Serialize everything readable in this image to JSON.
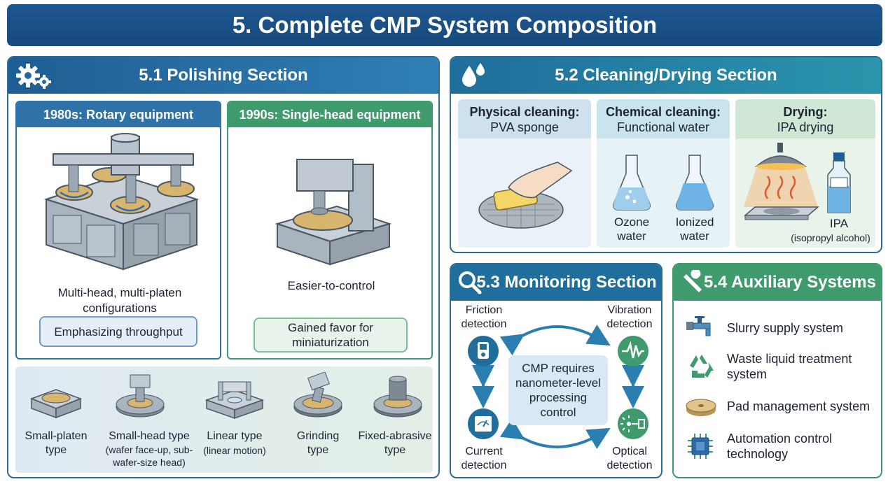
{
  "title": "5. Complete CMP System Composition",
  "polishing": {
    "title": "5.1 Polishing Section",
    "rotary": {
      "header": "1980s: Rotary equipment",
      "caption": "Multi-head, multi-platen configurations",
      "callout": "Emphasizing throughput"
    },
    "single": {
      "header": "1990s: Single-head equipment",
      "caption": "Easier-to-control",
      "callout": "Gained favor for miniaturization"
    },
    "types": [
      {
        "label": "Small-platen type",
        "sub": ""
      },
      {
        "label": "Small-head type",
        "sub": "(wafer face-up, sub-wafer-size head)"
      },
      {
        "label": "Linear type",
        "sub": "(linear motion)"
      },
      {
        "label": "Grinding type",
        "sub": ""
      },
      {
        "label": "Fixed-abrasive type",
        "sub": ""
      }
    ]
  },
  "cleaning": {
    "title": "5.2 Cleaning/Drying Section",
    "physical": {
      "title": "Physical cleaning:",
      "subtitle": "PVA sponge"
    },
    "chemical": {
      "title": "Chemical cleaning:",
      "subtitle": "Functional water",
      "flask1": "Ozone water",
      "flask2": "Ionized water"
    },
    "drying": {
      "title": "Drying:",
      "subtitle": "IPA drying",
      "bottle": "IPA",
      "bottle_sub": "(isopropyl alcohol)"
    }
  },
  "monitoring": {
    "title": "5.3 Monitoring Section",
    "friction": "Friction detection",
    "vibration": "Vibration detection",
    "current": "Current detection",
    "optical": "Optical detection",
    "center": "CMP requires nanometer-level processing control"
  },
  "auxiliary": {
    "title": "5.4 Auxiliary Systems",
    "items": [
      "Slurry supply system",
      "Waste liquid treatment system",
      "Pad management system",
      "Automation control technology"
    ]
  },
  "colors": {
    "blue_header": "#2f72a8",
    "green_header": "#3f9a6e",
    "teal_header": "#2a8aa5",
    "navy": "#174a7d"
  }
}
